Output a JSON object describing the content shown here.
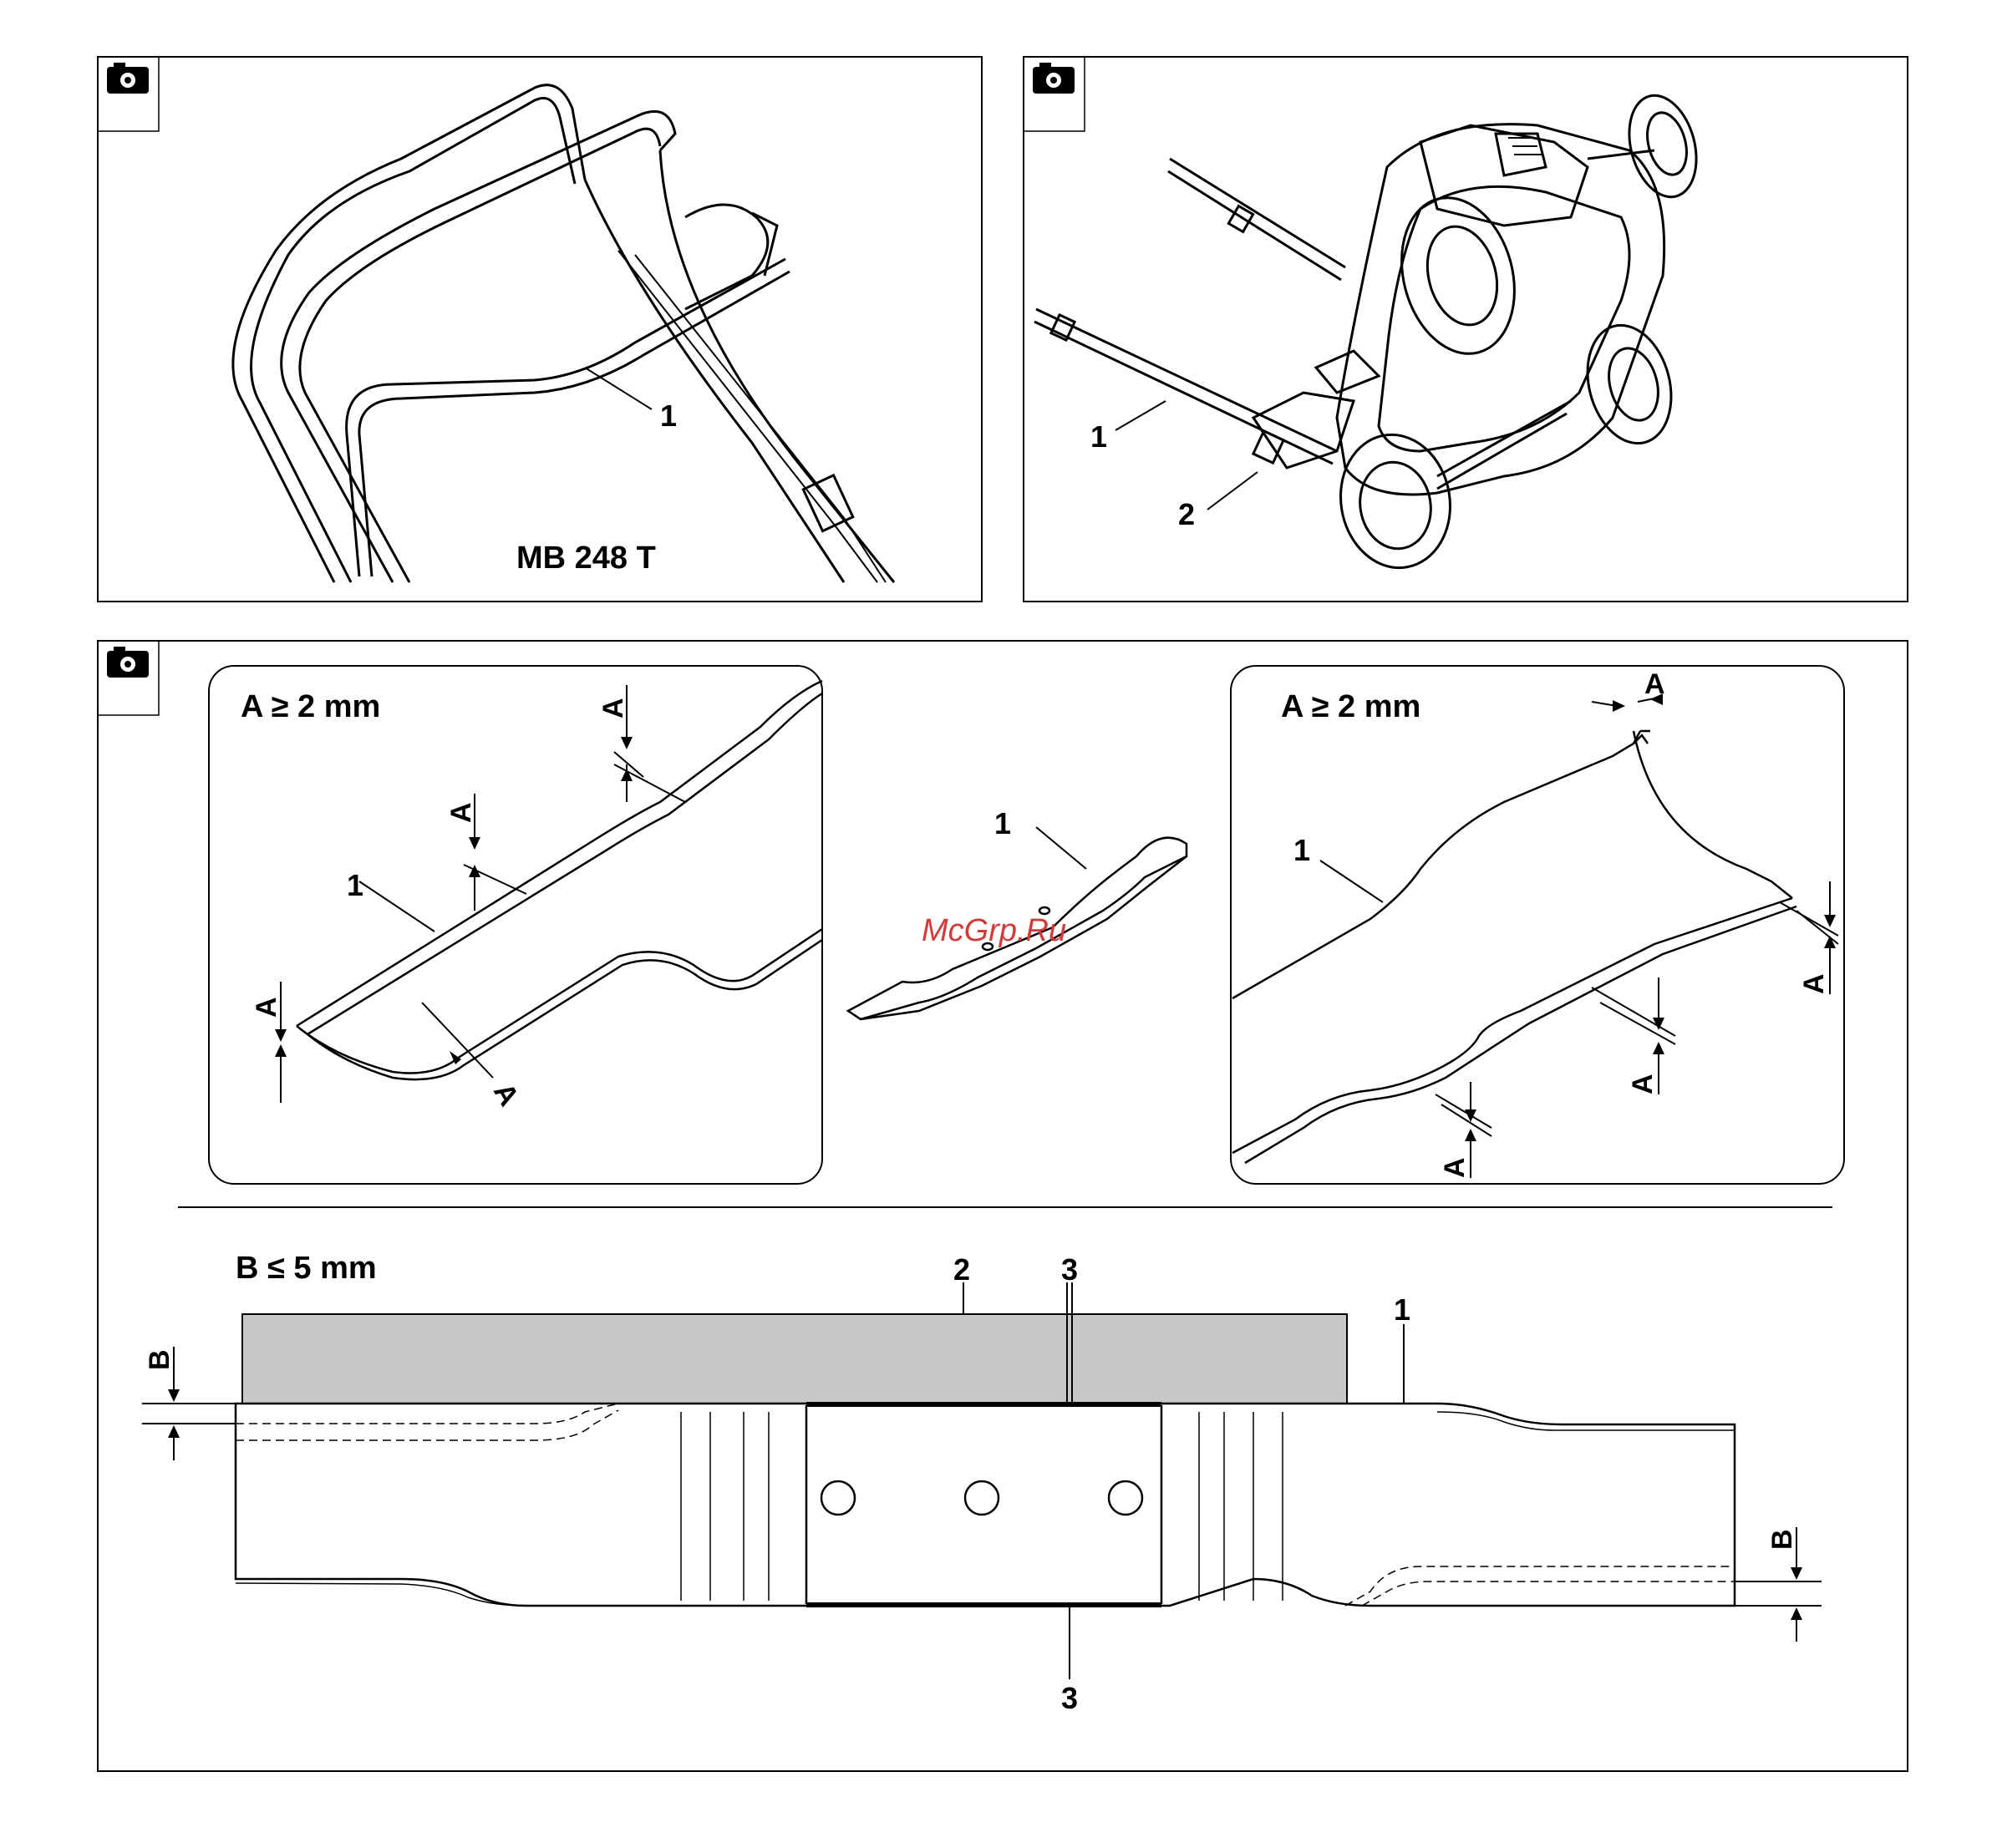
{
  "panel1": {
    "model_label": "MB 248 T",
    "callout": "1",
    "icon": "camera-icon"
  },
  "panel2": {
    "callouts": [
      "1",
      "2"
    ],
    "icon": "camera-icon"
  },
  "panel3": {
    "icon": "camera-icon",
    "left_inset": {
      "title": "A ≥ 2 mm",
      "part": "1",
      "dim": "A"
    },
    "center_blade": {
      "part": "1"
    },
    "right_inset": {
      "title": "A ≥ 2 mm",
      "part": "1",
      "dim": "A"
    },
    "lower": {
      "title": "B ≤ 5 mm",
      "callouts": {
        "gauge": "2",
        "edge_top": "3",
        "edge_bottom": "3",
        "blade": "1"
      },
      "dim": "B"
    }
  },
  "watermark": "McGrp.Ru",
  "colors": {
    "line": "#000000",
    "gauge_fill": "#c8c8c8",
    "watermark": "#d23b3b"
  }
}
